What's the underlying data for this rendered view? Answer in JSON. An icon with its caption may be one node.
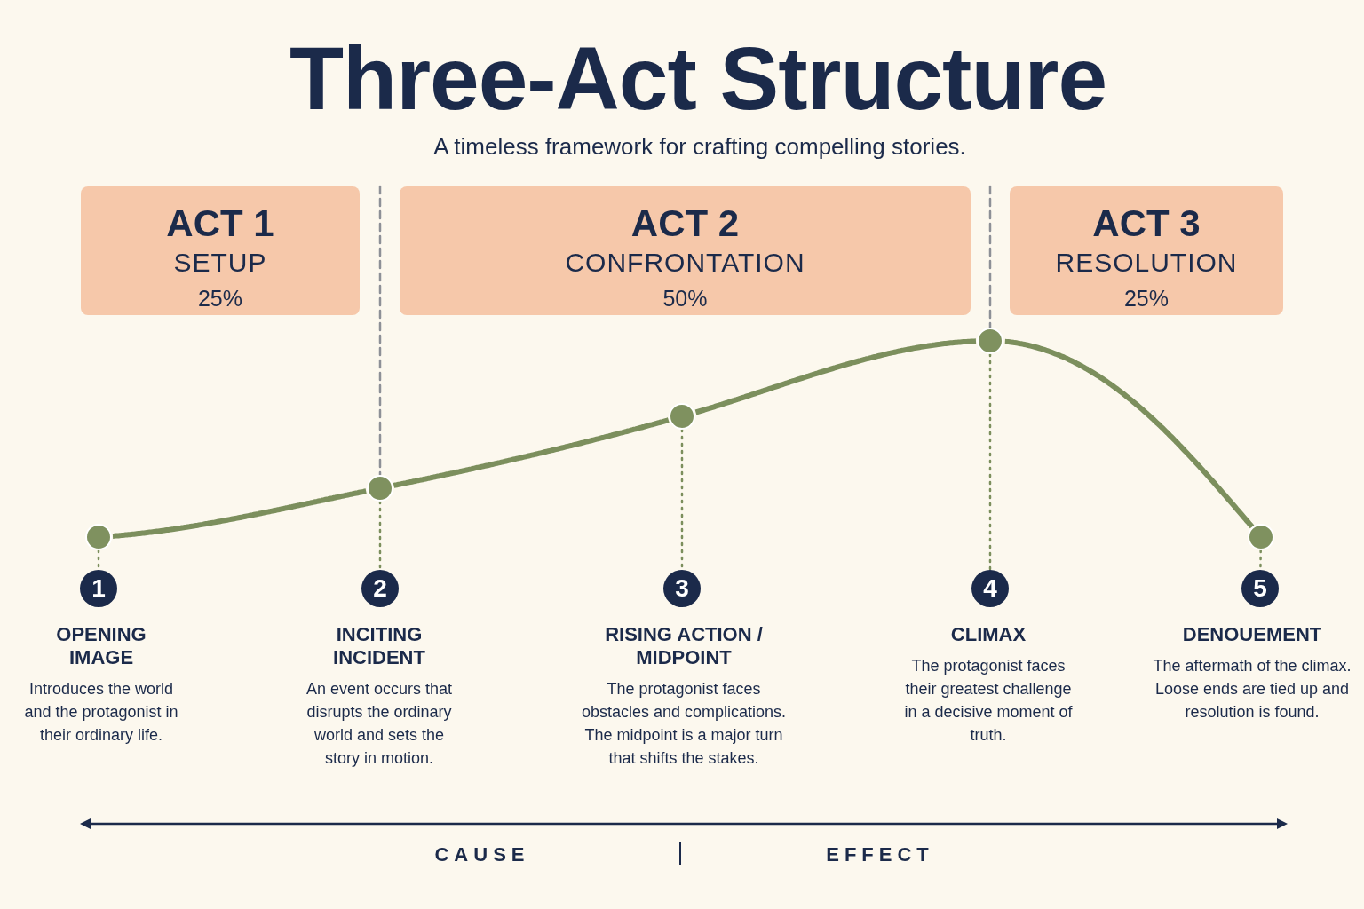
{
  "diagram": {
    "title": "Three-Act Structure",
    "nodes": [
      {
        "text": [
          "ACT 1",
          "SETUP",
          "25%"
        ]
      },
      {
        "text": [
          "ACT 2",
          "CONFRONTATION",
          "50%"
        ]
      },
      {
        "text": [
          "ACT 3",
          "RESOLUTION",
          "25%"
        ]
      },
      {
        "text": [],
        "shape": "circle"
      },
      {
        "text": [],
        "shape": "circle"
      },
      {
        "text": [],
        "shape": "circle"
      },
      {
        "text": [],
        "shape": "circle"
      },
      {
        "text": [],
        "shape": "circle"
      },
      {
        "text": [
          "1"
        ],
        "beside": [
          "OPENING IMAGE",
          "Introduces the world and the protagonist in their ordinary life."
        ]
      },
      {
        "text": [
          "2"
        ],
        "beside": [
          "INCITING INCIDENT",
          "An event occurs that disrupts the ordinary world and sets the story in motion."
        ]
      },
      {
        "text": [
          "3"
        ],
        "beside": [
          "RISING ACTION / MIDPOINT",
          "The protagonist faces obstacles and complications. The midpoint is a major turn that shifts the stakes."
        ]
      },
      {
        "text": [
          "4"
        ],
        "beside": [
          "CLIMAX",
          "The protagonist faces their greatest challenge in a decisive moment of truth."
        ]
      },
      {
        "text": [
          "5"
        ],
        "beside": [
          "DENOUEMENT",
          "The aftermath of the climax. Loose ends are tied up and resolution is found."
        ]
      }
    ],
    "edges": [
      {
        "from": 3,
        "to": 4,
        "arrow": "none",
        "style": "thick"
      },
      {
        "from": 4,
        "to": 5,
        "arrow": "none",
        "style": "thick"
      },
      {
        "from": 5,
        "to": 6,
        "arrow": "none",
        "style": "thick"
      },
      {
        "from": 6,
        "to": 7,
        "arrow": "none",
        "style": "thick"
      },
      {
        "from": null,
        "to": 4,
        "arrow": "none",
        "style": "dashed",
        "color": "#8d9097"
      },
      {
        "from": null,
        "to": 6,
        "arrow": "none",
        "style": "dashed",
        "color": "#8d9097"
      },
      {
        "from": 3,
        "to": 8,
        "arrow": "none",
        "style": "dashed"
      },
      {
        "from": 4,
        "to": 9,
        "arrow": "none",
        "style": "dashed"
      },
      {
        "from": 5,
        "to": 10,
        "arrow": "none",
        "style": "dashed"
      },
      {
        "from": 6,
        "to": 11,
        "arrow": "none",
        "style": "dashed"
      },
      {
        "from": 7,
        "to": 12,
        "arrow": "none",
        "style": "dashed"
      }
    ],
    "labels": [
      "A timeless framework for crafting compelling stories.",
      "CAUSE",
      "EFFECT"
    ]
  }
}
